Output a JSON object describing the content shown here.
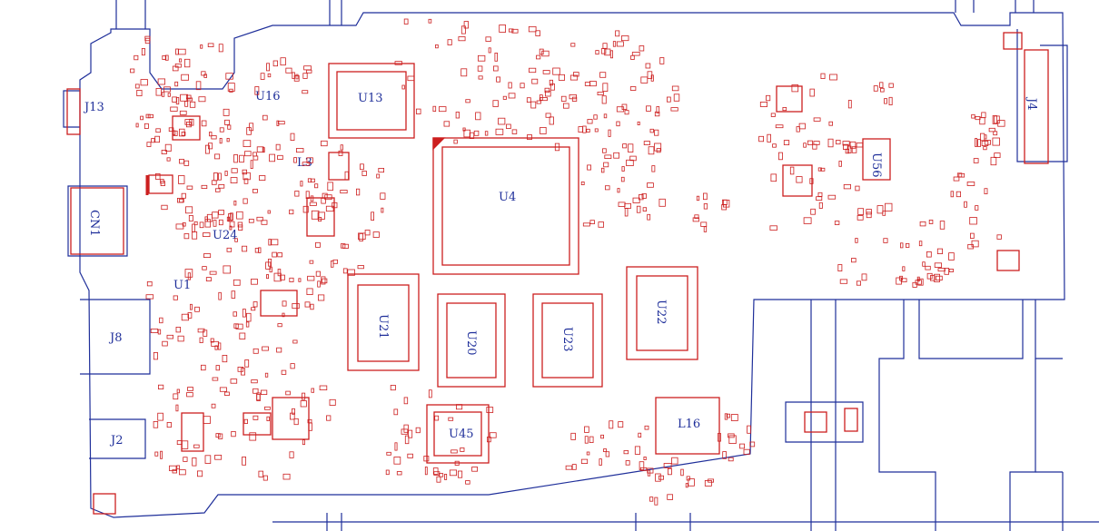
{
  "board": {
    "outline_color": "#1f2f9a",
    "component_color": "#cc1f1f",
    "background": "#ffffff"
  },
  "components": {
    "J13": "J13",
    "U16": "U16",
    "U13": "U13",
    "L3": "L3",
    "U4": "U4",
    "CN1": "CN1",
    "U24": "U24",
    "U1": "U1",
    "J8": "J8",
    "J2": "J2",
    "U21": "U21",
    "U20": "U20",
    "U23": "U23",
    "U22": "U22",
    "U45": "U45",
    "L16": "L16",
    "U56": "U56",
    "J4": "J4"
  }
}
